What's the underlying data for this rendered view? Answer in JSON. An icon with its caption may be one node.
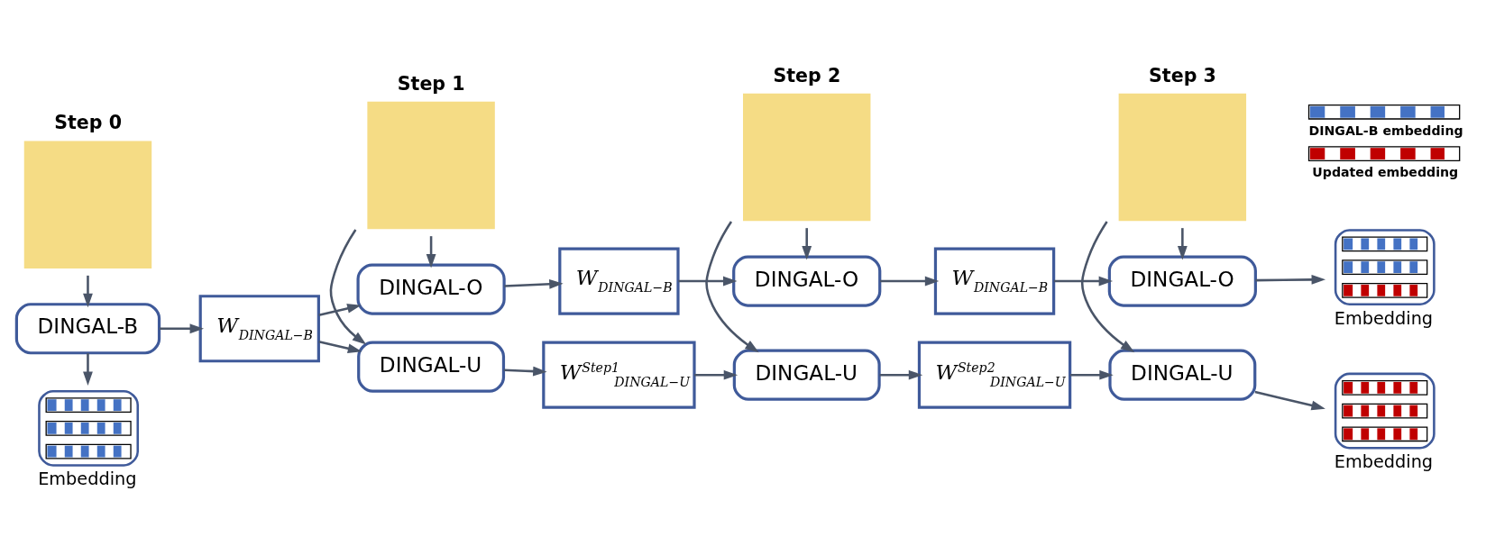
{
  "diagram": {
    "nodes": [
      {
        "text": [
          "Step 0"
        ]
      },
      {
        "text": [
          "DINGAL-B"
        ]
      },
      {
        "text": [
          "Embedding"
        ]
      },
      {
        "text": [
          "W$_{DINGAL−B}$"
        ]
      },
      {
        "text": [
          "Step 1"
        ]
      },
      {
        "text": [
          "DINGAL-O"
        ]
      },
      {
        "text": [
          "DINGAL-U"
        ]
      },
      {
        "text": [
          "W$_{DINGAL−B}$"
        ]
      },
      {
        "text": [
          "W$^{Step1}$$_{DINGAL−U}$"
        ]
      },
      {
        "text": [
          "Step 2"
        ]
      },
      {
        "text": [
          "DINGAL-O"
        ]
      },
      {
        "text": [
          "DINGAL-U"
        ]
      },
      {
        "text": [
          "W$_{DINGAL−B}$"
        ]
      },
      {
        "text": [
          "W$^{Step2}$$_{DINGAL−U}$"
        ]
      },
      {
        "text": [
          "Step 3"
        ]
      },
      {
        "text": [
          "DINGAL-O"
        ]
      },
      {
        "text": [
          "DINGAL-U"
        ]
      },
      {
        "text": [
          "Embedding"
        ]
      },
      {
        "text": [
          "Embedding"
        ]
      }
    ],
    "edges": [
      {
        "from": 0,
        "to": 1,
        "arrow": "to"
      },
      {
        "from": 1,
        "to": 2,
        "arrow": "to"
      },
      {
        "from": 1,
        "to": 3,
        "arrow": "to"
      },
      {
        "from": 3,
        "to": 5,
        "arrow": "to"
      },
      {
        "from": 3,
        "to": 6,
        "arrow": "to"
      },
      {
        "from": 4,
        "to": 5,
        "arrow": "to"
      },
      {
        "from": 4,
        "to": 6,
        "arrow": "to"
      },
      {
        "from": 5,
        "to": 7,
        "arrow": "to"
      },
      {
        "from": 6,
        "to": 8,
        "arrow": "to"
      },
      {
        "from": 7,
        "to": 10,
        "arrow": "to"
      },
      {
        "from": 8,
        "to": 11,
        "arrow": "to"
      },
      {
        "from": 9,
        "to": 10,
        "arrow": "to"
      },
      {
        "from": 9,
        "to": 11,
        "arrow": "to"
      },
      {
        "from": 10,
        "to": 12,
        "arrow": "to"
      },
      {
        "from": 11,
        "to": 13,
        "arrow": "to"
      },
      {
        "from": 12,
        "to": 15,
        "arrow": "to"
      },
      {
        "from": 13,
        "to": 16,
        "arrow": "to"
      },
      {
        "from": 14,
        "to": 15,
        "arrow": "to"
      },
      {
        "from": 14,
        "to": 16,
        "arrow": "to"
      },
      {
        "from": 15,
        "to": 17,
        "arrow": "to"
      },
      {
        "from": 16,
        "to": 18,
        "arrow": "to"
      }
    ],
    "legend": [
      {
        "text": "DINGAL-B embedding",
        "color": "#4472c4"
      },
      {
        "text": "Updated embedding",
        "color": "#c00000"
      }
    ]
  }
}
